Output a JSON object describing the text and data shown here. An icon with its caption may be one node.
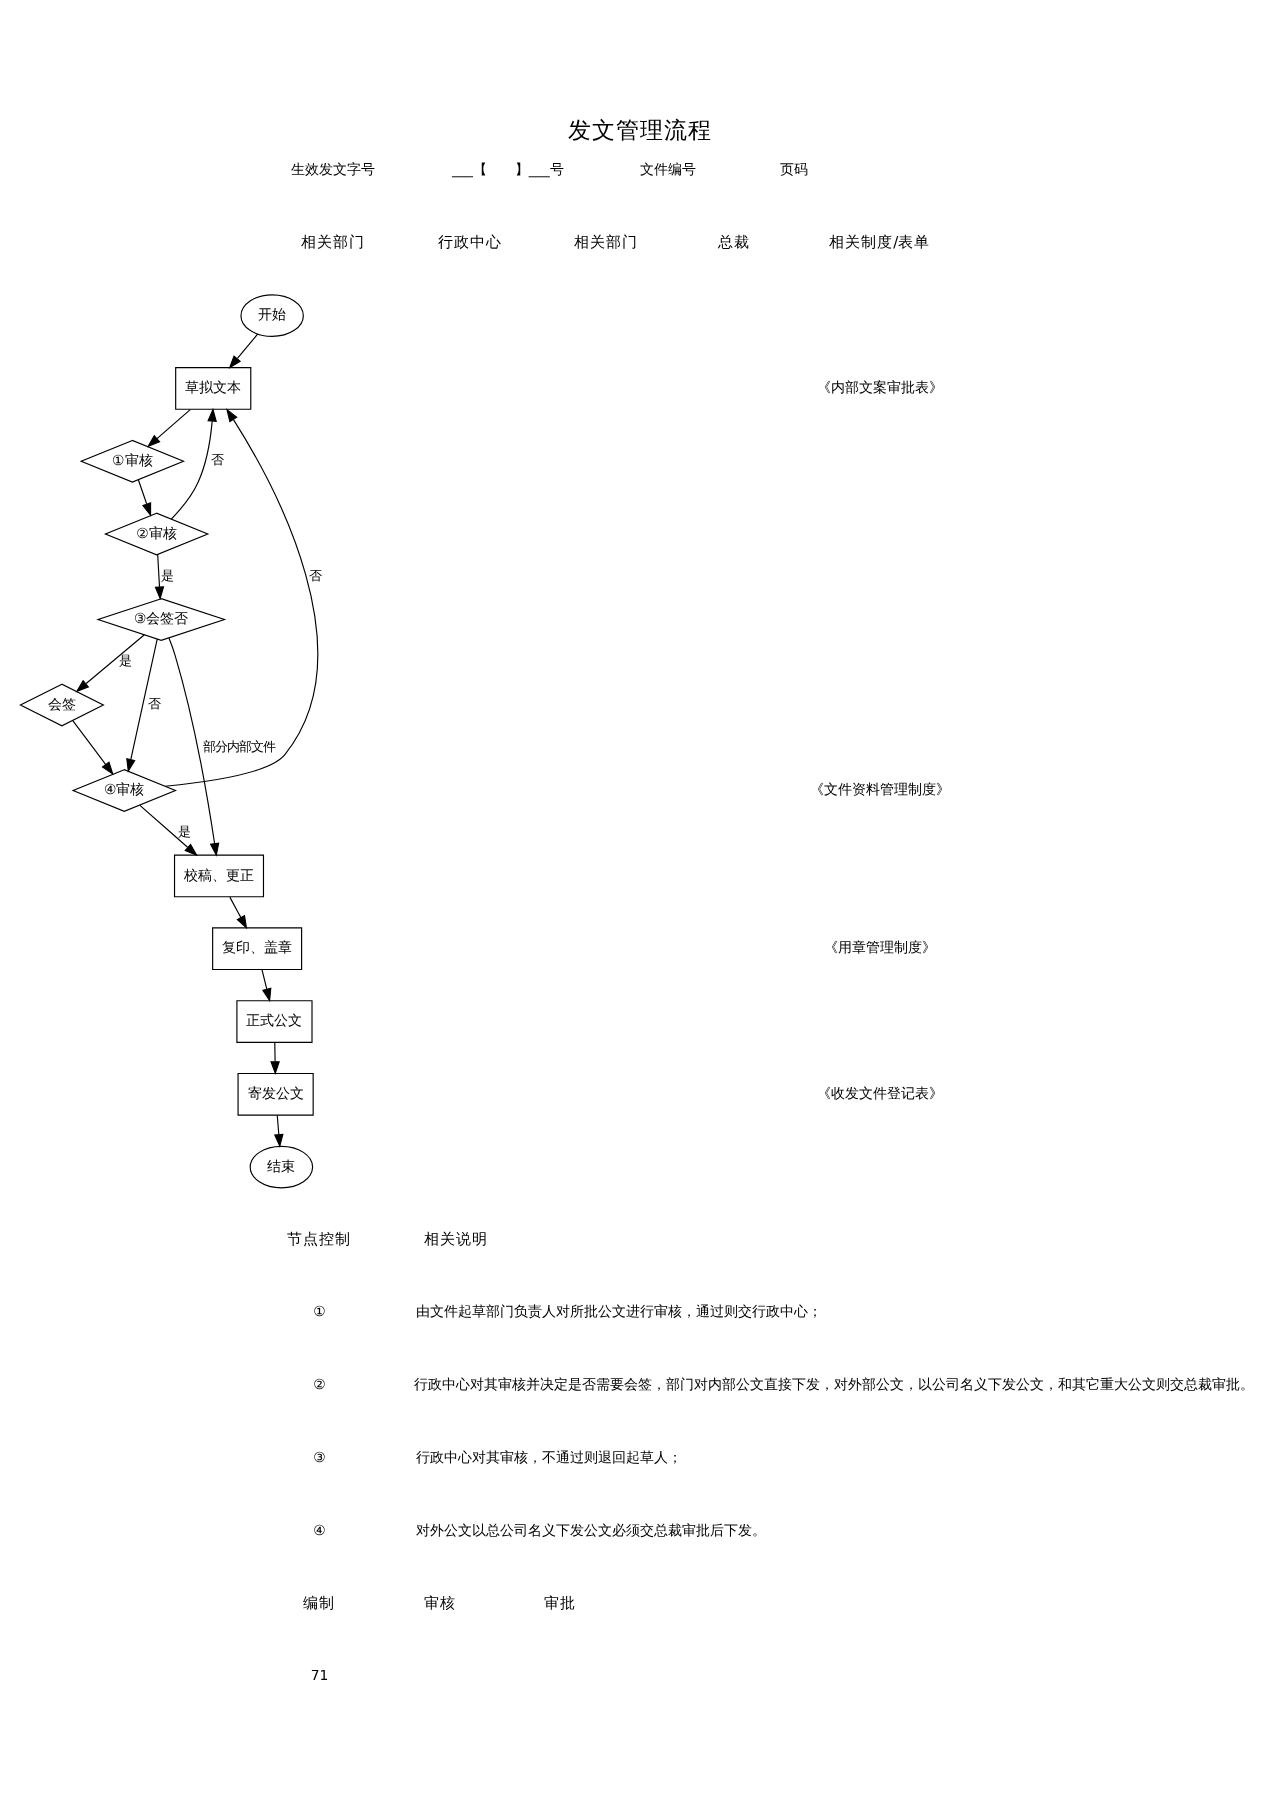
{
  "diagram": {
    "title": "发文管理流程",
    "nodes": [
      {
        "text": [
          "开始"
        ]
      },
      {
        "text": [
          "草拟文本"
        ]
      },
      {
        "text": [
          "①审核"
        ]
      },
      {
        "text": [
          "②审核"
        ]
      },
      {
        "text": [
          "③会签否"
        ]
      },
      {
        "text": [
          "会签"
        ]
      },
      {
        "text": [
          "④审核"
        ]
      },
      {
        "text": [
          "校稿、更正"
        ]
      },
      {
        "text": [
          "复印、盖章"
        ]
      },
      {
        "text": [
          "正式公文"
        ]
      },
      {
        "text": [
          "寄发公文"
        ]
      },
      {
        "text": [
          "结束"
        ]
      }
    ],
    "edges": [
      {
        "from": 0,
        "to": 1,
        "arrow": "to"
      },
      {
        "from": 1,
        "to": 2,
        "arrow": "to"
      },
      {
        "from": 2,
        "to": 3,
        "arrow": "to"
      },
      {
        "from": 3,
        "to": 1,
        "arrow": "to",
        "label": "否"
      },
      {
        "from": 3,
        "to": 4,
        "arrow": "to",
        "label": "是"
      },
      {
        "from": 4,
        "to": 6,
        "arrow": "to",
        "label": "否"
      },
      {
        "from": 4,
        "to": 5,
        "arrow": "to",
        "label": "是"
      },
      {
        "from": 5,
        "to": 6,
        "arrow": "to"
      },
      {
        "from": 6,
        "to": 1,
        "arrow": "to",
        "label": "否"
      },
      {
        "from": 6,
        "to": 7,
        "arrow": "to",
        "label": "是"
      },
      {
        "from": 4,
        "to": 7,
        "arrow": "to",
        "label": "部分内部文件"
      },
      {
        "from": 7,
        "to": 8,
        "arrow": "to"
      },
      {
        "from": 8,
        "to": 9,
        "arrow": "to"
      },
      {
        "from": 9,
        "to": 10,
        "arrow": "to"
      },
      {
        "from": 10,
        "to": 11,
        "arrow": "to"
      }
    ],
    "labels": [
      "生效发文字号",
      "___【　　】___号",
      "文件编号",
      "页码",
      "相关部门",
      "行政中心",
      "相关部门",
      "总裁",
      "相关制度/表单",
      "《内部文案审批表》",
      "《文件资料管理制度》",
      "《用章管理制度》",
      "《收发文件登记表》",
      "节点控制",
      "相关说明",
      "①",
      "由文件起草部门负责人对所批公文进行审核，通过则交行政中心；",
      "②",
      "行政中心对其审核并决定是否需要会签，部门对内部公文直接下发，对外部公文，以公司名义下发公文，和其它重大公文则交总裁审批。",
      "③",
      "行政中心对其审核，不通过则退回起草人；",
      "④",
      "对外公文以总公司名义下发公文必须交总裁审批后下发。",
      "编制",
      "审核",
      "审批",
      "71"
    ]
  }
}
